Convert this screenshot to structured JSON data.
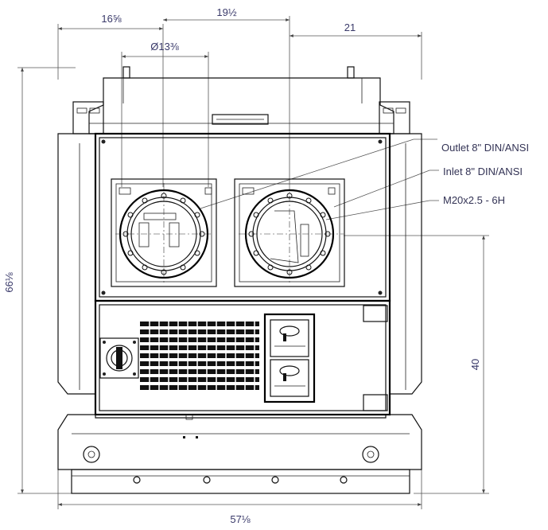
{
  "dimensions": {
    "top_left_offset": "16⅝",
    "top_center_offset": "19½",
    "top_right_offset": "21",
    "flange_diameter": "Ø13⅜",
    "overall_height": "66⅛",
    "outlet_height": "40",
    "overall_width": "57⅛"
  },
  "callouts": {
    "outlet": "Outlet 8\" DIN/ANSI",
    "inlet": "Inlet 8\" DIN/ANSI",
    "thread": "M20x2.5 - 6H"
  }
}
